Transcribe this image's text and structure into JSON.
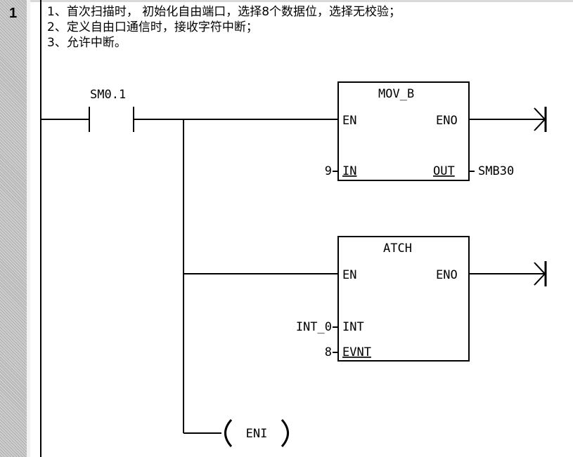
{
  "rung": {
    "number": "1"
  },
  "comment": {
    "lines": [
      "1、首次扫描时， 初始化自由端口，选择8个数据位，选择无校验；",
      "2、定义自由口通信时，接收字符中断；",
      "3、允许中断。"
    ]
  },
  "contact": {
    "address": "SM0.1"
  },
  "mov_b": {
    "title": "MOV_B",
    "en": "EN",
    "eno": "ENO",
    "in_pin": "IN",
    "out_pin": "OUT",
    "in_value": "9",
    "out_value": "SMB30"
  },
  "atch": {
    "title": "ATCH",
    "en": "EN",
    "eno": "ENO",
    "int_pin": "INT",
    "evnt_pin": "EVNT",
    "int_value": "INT_0",
    "evnt_value": "8"
  },
  "coil": {
    "label": "ENI"
  }
}
